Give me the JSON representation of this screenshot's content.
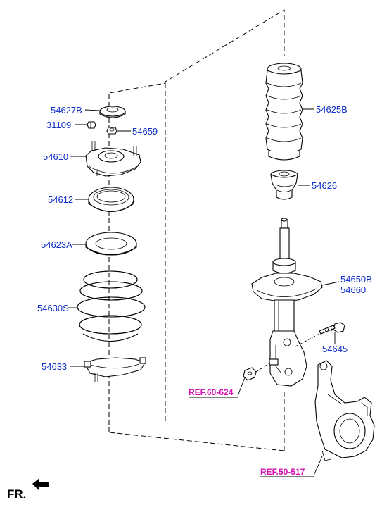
{
  "labels": {
    "top_mount_cap": "54627B",
    "nut_31109": "31109",
    "nut_54659": "54659",
    "strut_mount": "54610",
    "bearing": "54612",
    "upper_spring_pad": "54623A",
    "coil_spring": "54630S",
    "lower_spring_pad": "54633",
    "dust_boot": "54625B",
    "bump_stopper": "54626",
    "strut_assy_1": "54650B",
    "strut_assy_2": "54660",
    "bolt": "54645",
    "ref_knuckle_bolt": "REF.60-624",
    "ref_knuckle": "REF.50-517",
    "front_indicator": "FR."
  },
  "colors": {
    "label": "#1030c8",
    "reference": "#d40fb4",
    "line": "#000000"
  },
  "icons": {
    "front_arrow": "front-arrow-icon"
  }
}
